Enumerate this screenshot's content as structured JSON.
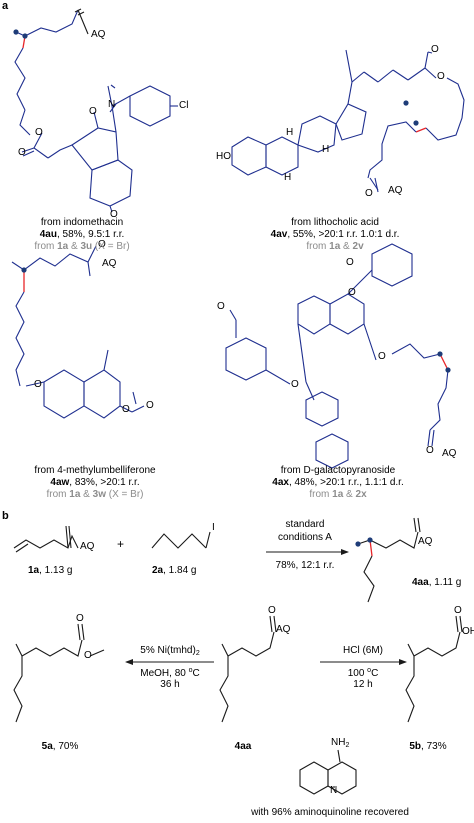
{
  "panels": {
    "a": "a",
    "b": "b"
  },
  "atoms": {
    "AQ": "AQ",
    "Cl": "Cl",
    "N": "N",
    "O": "O",
    "H": "H",
    "HO": "HO",
    "OH": "OH",
    "NH2": "NH",
    "NH2_sub": "2"
  },
  "panel_a": {
    "c4au": {
      "line1": "from indomethacin",
      "id": "4au",
      "line2": ", 58%,  9.5:1 r.r.",
      "line3_a": "from ",
      "line3_id1": "1a",
      "line3_b": " & ",
      "line3_id2": "3u",
      "line3_c": " (X = Br)"
    },
    "c4av": {
      "line1": "from lithocholic  acid",
      "id": "4av",
      "line2": ", 55%, >20:1 r.r.  1.0:1 d.r.",
      "line3_a": "from ",
      "line3_id1": "1a",
      "line3_b": " & ",
      "line3_id2": "2v"
    },
    "c4aw": {
      "line1": "from 4-methylumbelliferone",
      "id": "4aw",
      "line2": ", 83%, >20:1 r.r.",
      "line3_a": "from ",
      "line3_id1": "1a",
      "line3_b": " & ",
      "line3_id2": "3w",
      "line3_c": " (X = Br)"
    },
    "c4ax": {
      "line1": "from D-galactopyranoside",
      "id": "4ax",
      "line2": ", 48%, >20:1 r.r.,  1.1:1 d.r.",
      "line3_a": "from ",
      "line3_id1": "1a",
      "line3_b": " & ",
      "line3_id2": "2x"
    }
  },
  "panel_b": {
    "reagent_1a": {
      "id": "1a",
      "mass": ", 1.13  g"
    },
    "plus": "+",
    "reagent_2a": {
      "id": "2a",
      "mass": ", 1.84  g",
      "I": "I"
    },
    "arrow1": {
      "top1": "standard",
      "top2": "conditions  A",
      "bottom": "78%,  12:1  r.r."
    },
    "product_4aa": {
      "id": "4aa",
      "mass": ", 1.11 g"
    },
    "arrow_left": {
      "top_a": "5% Ni(tmhd)",
      "top_sub": "2",
      "mid_a": "MeOH, 80 ",
      "mid_sup": "o",
      "mid_b": "C",
      "bottom": "36 h"
    },
    "arrow_right": {
      "top": "HCl (6M)",
      "mid_a": "100 ",
      "mid_sup": "o",
      "mid_b": "C",
      "bottom": "12 h"
    },
    "label_5a": {
      "id": "5a",
      "yield": ", 70%"
    },
    "label_4aa": "4aa",
    "label_5b": {
      "id": "5b",
      "yield": ", 73%"
    },
    "recovery": "with 96%  aminoquinoline  recovered"
  },
  "colors": {
    "bond": "#1a1a1a",
    "highlight": "#e8262a",
    "blue": "#1f2f8f",
    "dot": "#1e3c78",
    "note": "#8c8c8c"
  }
}
